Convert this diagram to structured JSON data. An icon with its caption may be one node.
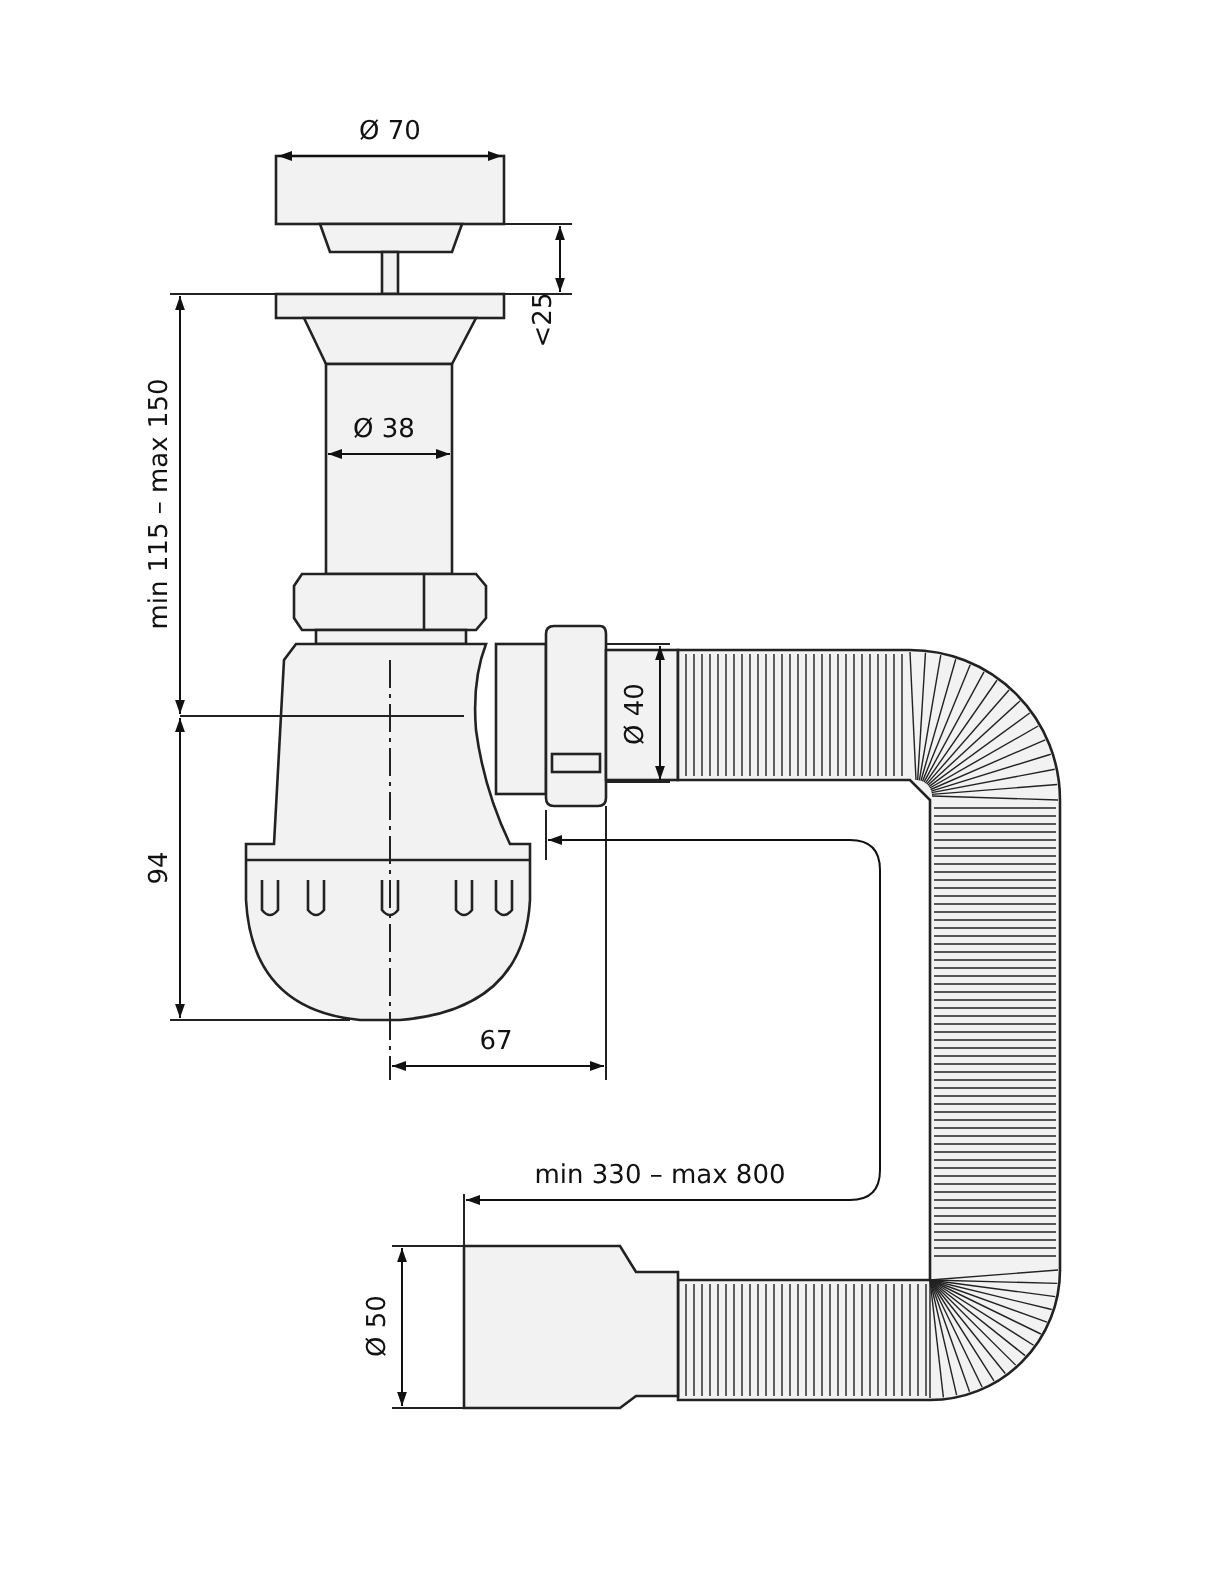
{
  "diagram": {
    "labels": [
      "Ø 70",
      "<25",
      "min 115 – max 150",
      "Ø 38",
      "Ø 40",
      "94",
      "67",
      "min 330 – max 800",
      "Ø 50"
    ]
  }
}
